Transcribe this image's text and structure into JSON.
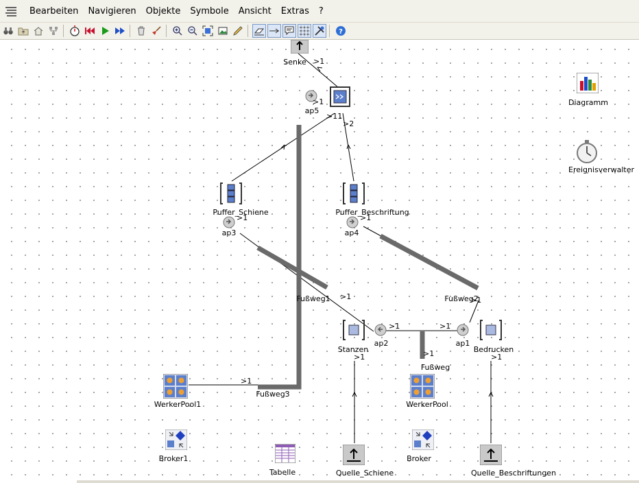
{
  "menu": {
    "items": [
      "Bearbeiten",
      "Navigieren",
      "Objekte",
      "Symbole",
      "Ansicht",
      "Extras",
      "?"
    ]
  },
  "toolbar": {
    "buttons": [
      "binoculars-icon",
      "folder-up-icon",
      "home-icon",
      "network-icon",
      "stopwatch-icon",
      "reset-icon",
      "play-icon",
      "fast-forward-icon",
      "trash-icon",
      "broom-icon",
      "zoom-in-icon",
      "zoom-out-icon",
      "fit-icon",
      "image-icon",
      "pencil-icon",
      "eraser-icon",
      "connector-icon",
      "comment-icon",
      "grid-icon",
      "tools-icon",
      "help-icon"
    ]
  },
  "objects": {
    "senke": "Senke",
    "ap5": "ap5",
    "diagramm": "Diagramm",
    "ereignisverwalter": "Ereignisverwalter",
    "puffer_schiene": "Puffer_Schiene",
    "puffer_beschriftung": "Puffer_Beschriftung",
    "ap3": "ap3",
    "ap4": "ap4",
    "fussweg1": "Fußweg1",
    "fussweg2": "Fußweg2",
    "stanzen": "Stanzen",
    "ap2": "ap2",
    "ap1": "ap1",
    "bedrucken": "Bedrucken",
    "fussweg": "Fußweg",
    "werkerpool1": "WerkerPool1",
    "fussweg3": "Fußweg3",
    "werkerpool": "WerkerPool",
    "broker1": "Broker1",
    "tabelle": "Tabelle",
    "quelle_schiene": "Quelle_Schiene",
    "broker": "Broker",
    "quelle_beschriftungen": "Quelle_Beschriftungen"
  },
  "connector_labels": {
    "gt1": ">1",
    "gt2": ">2",
    "gt11": ">11"
  }
}
